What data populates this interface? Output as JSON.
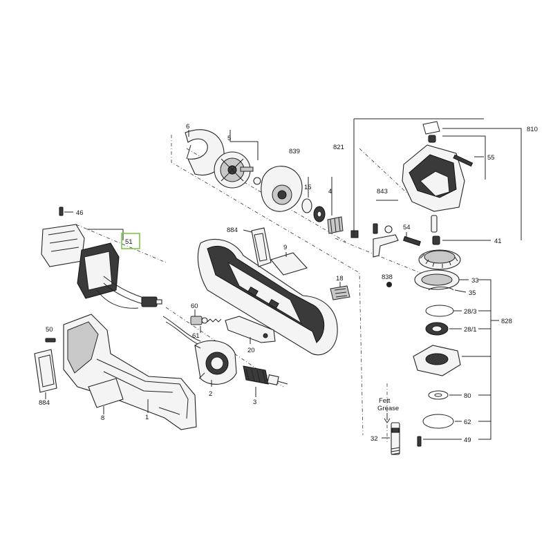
{
  "diagram": {
    "callouts": {
      "p46": "46",
      "p51": "51",
      "p50": "50",
      "p884a": "884",
      "p884b": "884",
      "p8": "8",
      "p1": "1",
      "p6": "6",
      "p5": "5",
      "p839": "839",
      "p15": "15",
      "p4": "4",
      "p9": "9",
      "p18": "18",
      "p60": "60",
      "p61": "61",
      "p20": "20",
      "p2": "2",
      "p3": "3",
      "p821": "821",
      "p810": "810",
      "p55": "55",
      "p843": "843",
      "p54": "54",
      "p41": "41",
      "p838": "838",
      "p33": "33",
      "p35": "35",
      "p28_3": "28/3",
      "p28_1": "28/1",
      "p828": "828",
      "p80": "80",
      "p62": "62",
      "p49": "49",
      "p32": "32"
    },
    "grease_note": [
      "Fett",
      "Grease"
    ],
    "highlight_color": "#7ac943"
  }
}
